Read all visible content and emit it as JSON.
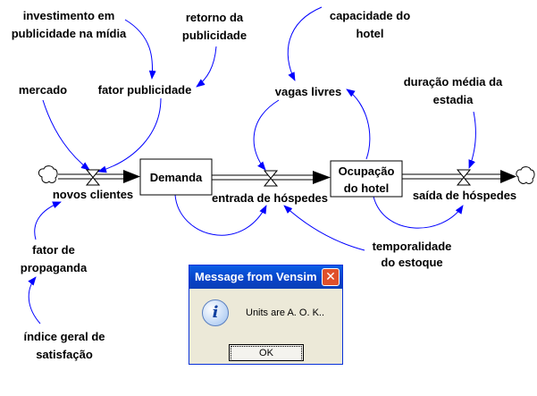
{
  "variables": {
    "investimento": [
      "investimento em",
      "publicidade na mídia"
    ],
    "retorno": [
      "retorno da",
      "publicidade"
    ],
    "capacidade": [
      "capacidade do",
      "hotel"
    ],
    "mercado": "mercado",
    "fator_publicidade": "fator publicidade",
    "vagas_livres": "vagas livres",
    "duracao": [
      "duração média da",
      "estadia"
    ],
    "novos_clientes": "novos clientes",
    "entrada": "entrada de hóspedes",
    "saida": "saída de hóspedes",
    "fator_propaganda": [
      "fator de",
      "propaganda"
    ],
    "temporalidade": [
      "temporalidade",
      "do estoque"
    ],
    "indice": [
      "índice geral de",
      "satisfação"
    ]
  },
  "stocks": {
    "demanda": "Demanda",
    "ocupacao": [
      "Ocupação",
      "do hotel"
    ]
  },
  "colors": {
    "link": "#0000ff"
  },
  "dialog": {
    "title": "Message from Vensim",
    "message": "Units are A. O. K..",
    "ok_label": "OK",
    "close_label": "✕",
    "icon": "i"
  }
}
